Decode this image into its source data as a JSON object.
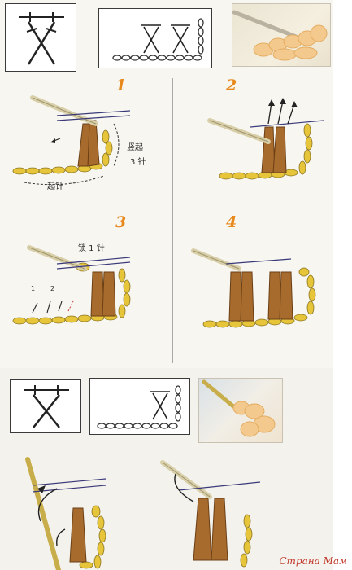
{
  "steps": [
    {
      "number": "1",
      "labels": {
        "vertical": "竖起",
        "count": "3 针",
        "start": "起针"
      }
    },
    {
      "number": "2"
    },
    {
      "number": "3",
      "labels": {
        "chain": "锁 1 针",
        "n1": "1",
        "n2": "2"
      }
    },
    {
      "number": "4"
    }
  ],
  "watermark": "Страна Мам",
  "colors": {
    "yarn_yellow": "#e6c53a",
    "yarn_brown": "#a86b2e",
    "hook": "#d8cfa8",
    "accent": "#e8891e"
  },
  "icons": [
    "crossed-stitch-symbol-icon",
    "chain-diagram-icon",
    "hook-icon",
    "yarn-icon"
  ]
}
